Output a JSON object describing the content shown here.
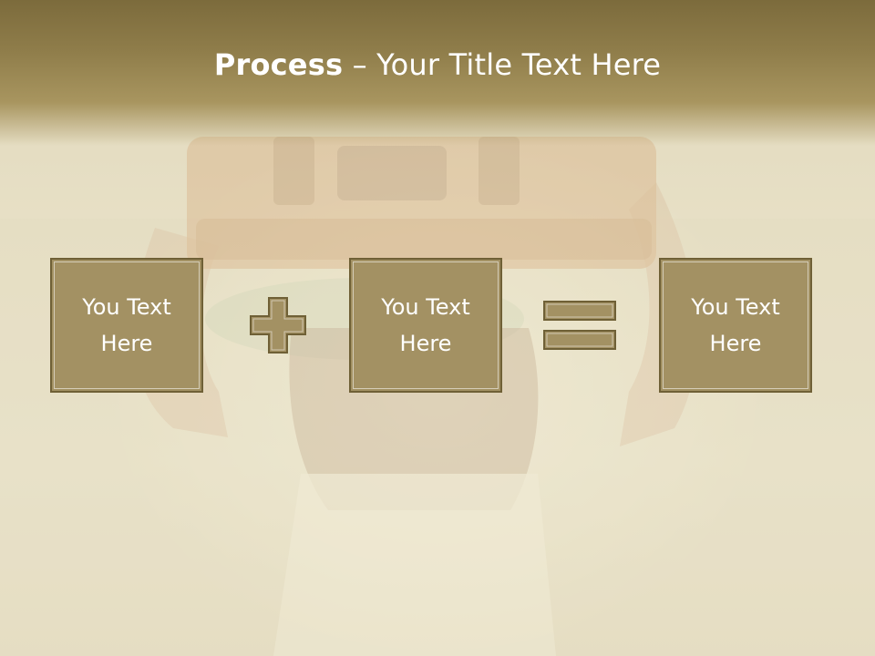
{
  "slide": {
    "title_bold": "Process",
    "title_rest": " – Your Title Text Here",
    "boxes": [
      {
        "line1": "You Text",
        "line2": "Here"
      },
      {
        "line1": "You Text",
        "line2": "Here"
      },
      {
        "line1": "You Text",
        "line2": "Here"
      }
    ],
    "operators": [
      "plus-icon",
      "equals-icon"
    ]
  },
  "colors": {
    "title_band": "#8f7d4a",
    "box_fill": "#a39163",
    "box_border": "#6f6036",
    "text": "#ffffff"
  }
}
